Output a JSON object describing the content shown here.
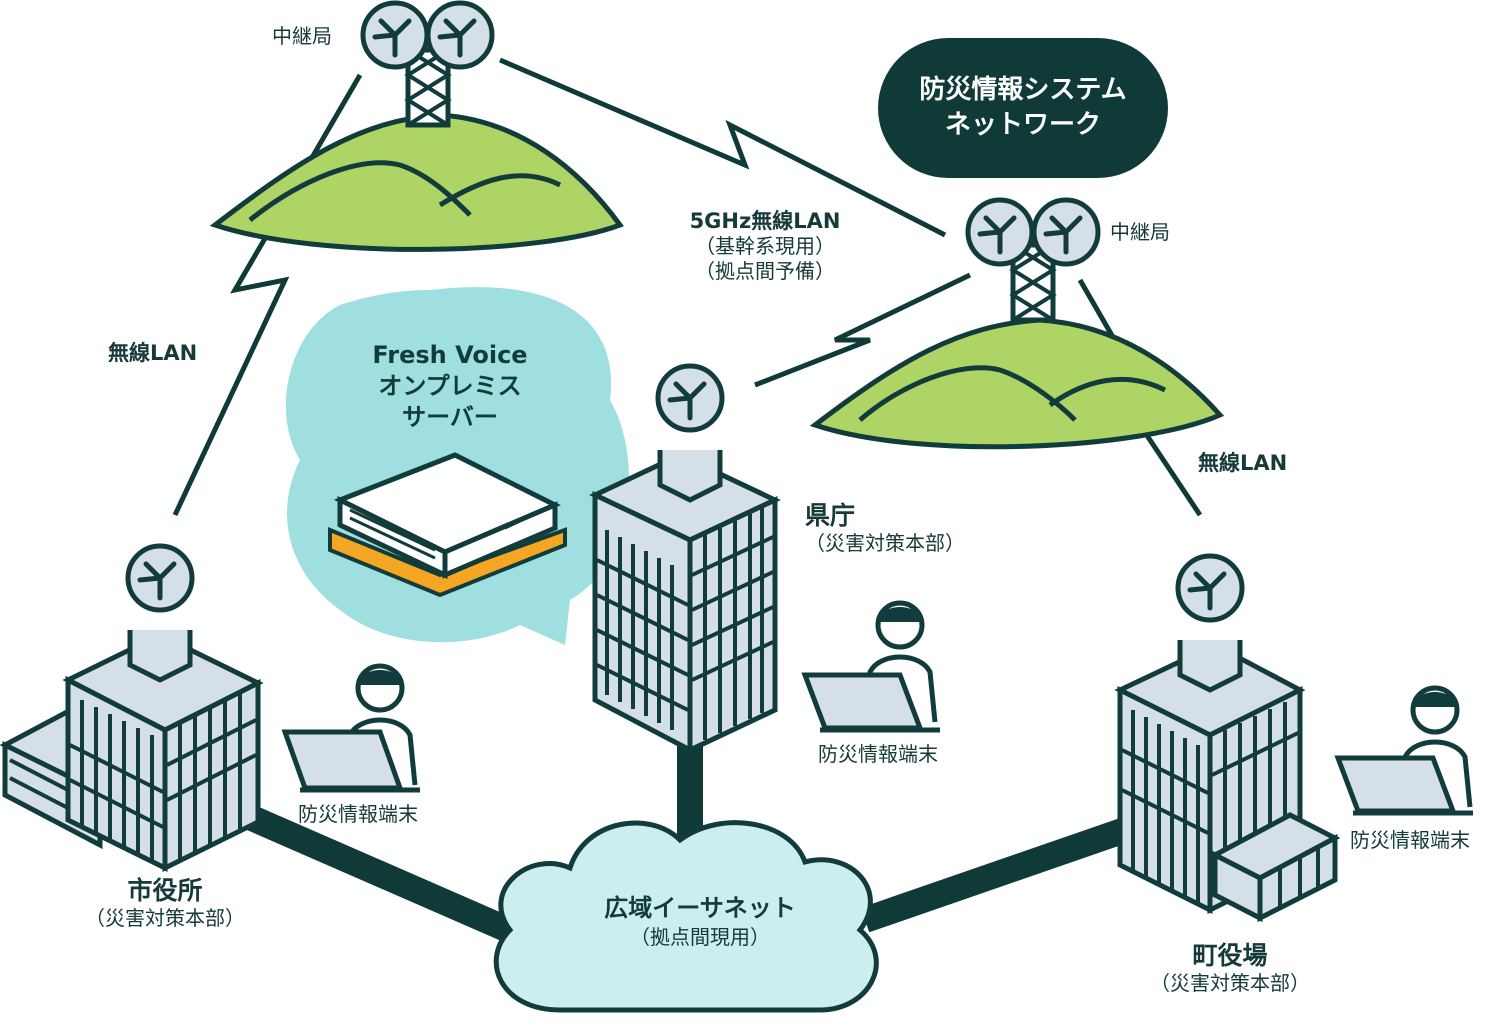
{
  "title": {
    "line1": "防災情報システム",
    "line2": "ネットワーク"
  },
  "relay_left": {
    "label": "中継局"
  },
  "relay_right": {
    "label": "中継局"
  },
  "links": {
    "left_wireless": "無線LAN",
    "right_wireless": "無線LAN",
    "backbone_line1": "5GHz無線LAN",
    "backbone_line2": "（基幹系現用）",
    "backbone_line3": "（拠点間予備）"
  },
  "server_bubble": {
    "line1": "Fresh Voice",
    "line2": "オンプレミス",
    "line3": "サーバー"
  },
  "sites": {
    "city": {
      "name": "市役所",
      "sub": "（災害対策本部）",
      "terminal": "防災情報端末"
    },
    "prefecture": {
      "name": "県庁",
      "sub": "（災害対策本部）",
      "terminal": "防災情報端末"
    },
    "town": {
      "name": "町役場",
      "sub": "（災害対策本部）",
      "terminal": "防災情報端末"
    }
  },
  "ethernet": {
    "line1": "広域イーサネット",
    "line2": "（拠点間現用）"
  },
  "colors": {
    "dark": "#0f3a38",
    "green": "#afd466",
    "light_blue": "#9fdfdf",
    "cloud": "#cceeee",
    "building": "#d5dfe8",
    "server_accent": "#f5a623"
  }
}
